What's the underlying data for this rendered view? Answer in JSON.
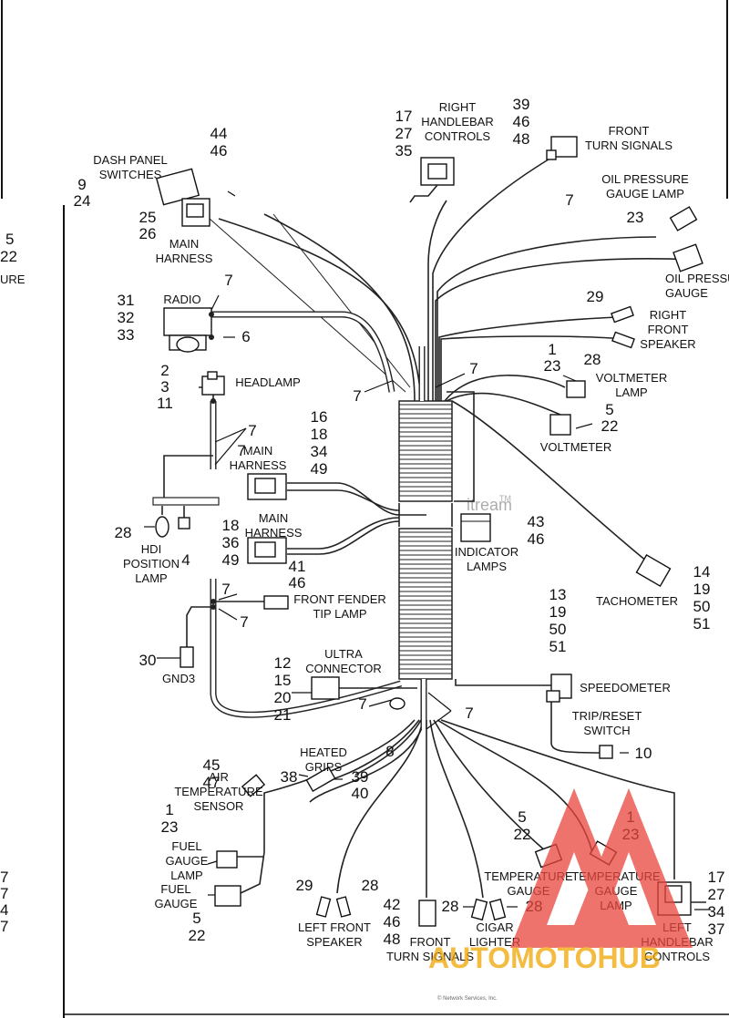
{
  "callouts": [
    {
      "id": "right-handlebar-controls",
      "lines": [
        "RIGHT",
        "HANDLEBAR",
        "CONTROLS"
      ],
      "nums": [
        "17",
        "27",
        "35"
      ]
    },
    {
      "id": "front-turn-signals-top",
      "lines": [
        "FRONT",
        "TURN SIGNALS"
      ],
      "nums": [
        "39",
        "46",
        "48"
      ]
    },
    {
      "id": "dash-panel-switches",
      "lines": [
        "DASH PANEL",
        "SWITCHES"
      ],
      "nums": [
        "44",
        "46"
      ]
    },
    {
      "id": "oil-pressure-gauge-lamp",
      "lines": [
        "OIL PRESSURE",
        "GAUGE LAMP"
      ],
      "nums": [
        "23"
      ]
    },
    {
      "id": "main-harness-top",
      "lines": [
        "MAIN",
        "HARNESS"
      ],
      "nums": [
        "9",
        "24",
        "25",
        "26"
      ]
    },
    {
      "id": "oil-pressure-gauge",
      "lines": [
        "OIL PRESSU",
        "GAUGE"
      ],
      "nums": []
    },
    {
      "id": "radio",
      "lines": [
        "RADIO"
      ],
      "nums": [
        "31",
        "32",
        "33",
        "7",
        "6"
      ]
    },
    {
      "id": "right-front-speaker",
      "lines": [
        "RIGHT",
        "FRONT",
        "SPEAKER"
      ],
      "nums": [
        "29",
        "28"
      ]
    },
    {
      "id": "headlamp",
      "lines": [
        "HEADLAMP"
      ],
      "nums": [
        "2",
        "3",
        "11"
      ]
    },
    {
      "id": "voltmeter-lamp",
      "lines": [
        "VOLTMETER",
        "LAMP"
      ],
      "nums": [
        "1",
        "23"
      ]
    },
    {
      "id": "voltmeter",
      "lines": [
        "VOLTMETER"
      ],
      "nums": [
        "5",
        "22"
      ]
    },
    {
      "id": "main-harness-left",
      "lines": [
        "MAIN",
        "HARNESS"
      ],
      "nums": [
        "16",
        "18",
        "34",
        "49"
      ]
    },
    {
      "id": "indicator-lamps",
      "lines": [
        "INDICATOR",
        "LAMPS"
      ],
      "nums": [
        "43",
        "46"
      ]
    },
    {
      "id": "main-harness-mid",
      "lines": [
        "MAIN",
        "HARNESS"
      ],
      "nums": [
        "18",
        "36",
        "49"
      ]
    },
    {
      "id": "hdi-position-lamp",
      "lines": [
        "HDI",
        "POSITION",
        "LAMP"
      ],
      "nums": [
        "28",
        "4"
      ]
    },
    {
      "id": "tachometer",
      "lines": [
        "TACHOMETER"
      ],
      "nums": [
        "14",
        "19",
        "50",
        "51"
      ]
    },
    {
      "id": "front-fender-tip-lamp",
      "lines": [
        "FRONT FENDER",
        "TIP LAMP"
      ],
      "nums": [
        "41",
        "46"
      ]
    },
    {
      "id": "gnd3",
      "lines": [
        "GND3"
      ],
      "nums": [
        "30"
      ]
    },
    {
      "id": "ultra-connector",
      "lines": [
        "ULTRA",
        "CONNECTOR"
      ],
      "nums": [
        "12",
        "15",
        "20",
        "21"
      ]
    },
    {
      "id": "speedometer",
      "lines": [
        "SPEEDOMETER"
      ],
      "nums": [
        "13",
        "19",
        "50",
        "51"
      ]
    },
    {
      "id": "trip-reset-switch",
      "lines": [
        "TRIP/RESET",
        "SWITCH"
      ],
      "nums": [
        "10"
      ]
    },
    {
      "id": "heated-grips",
      "lines": [
        "HEATED",
        "GRIPS"
      ],
      "nums": [
        "38",
        "39",
        "40",
        "8"
      ]
    },
    {
      "id": "air-temperature-sensor",
      "lines": [
        "AIR",
        "TEMPERATURE",
        "SENSOR"
      ],
      "nums": [
        "45",
        "47"
      ]
    },
    {
      "id": "fuel-gauge-lamp",
      "lines": [
        "FUEL",
        "GAUGE",
        "LAMP"
      ],
      "nums": [
        "1",
        "23"
      ]
    },
    {
      "id": "fuel-gauge",
      "lines": [
        "FUEL",
        "GAUGE"
      ],
      "nums": [
        "5",
        "22"
      ]
    },
    {
      "id": "left-front-speaker",
      "lines": [
        "LEFT FRONT",
        "SPEAKER"
      ],
      "nums": [
        "29",
        "28"
      ]
    },
    {
      "id": "front-turn-signals-bottom",
      "lines": [
        "FRONT",
        "TURN SIGNALS"
      ],
      "nums": [
        "42",
        "46",
        "48"
      ]
    },
    {
      "id": "cigar-lighter",
      "lines": [
        "CIGAR",
        "LIGHTER"
      ],
      "nums": [
        "28",
        "28"
      ]
    },
    {
      "id": "temperature-gauge",
      "lines": [
        "TEMPERATURE",
        "GAUGE"
      ],
      "nums": [
        "5",
        "22"
      ]
    },
    {
      "id": "temperature-gauge-lamp",
      "lines": [
        "TEMPERATURE",
        "GAUGE",
        "LAMP"
      ],
      "nums": [
        "1",
        "23"
      ]
    },
    {
      "id": "left-handlebar-controls",
      "lines": [
        "LEFT",
        "HANDLEBAR",
        "CONTROLS"
      ],
      "nums": [
        "17",
        "27",
        "34",
        "37"
      ]
    }
  ],
  "loose_numbers": [
    "7",
    "7",
    "7",
    "7",
    "7",
    "7",
    "7",
    "7",
    "7",
    "7",
    "1"
  ],
  "edge_fragments": {
    "left": [
      "5",
      "22",
      "URE",
      "7",
      "7",
      "4",
      "7"
    ],
    "right": []
  },
  "watermarks": {
    "stream": "itream",
    "tm": "TM",
    "logo": "AUTOMOTOHUB",
    "copyright": "© Network Services, Inc."
  },
  "colors": {
    "line": "#222222",
    "logo_triangle": "#e8453c",
    "logo_text": "#f0a500"
  }
}
